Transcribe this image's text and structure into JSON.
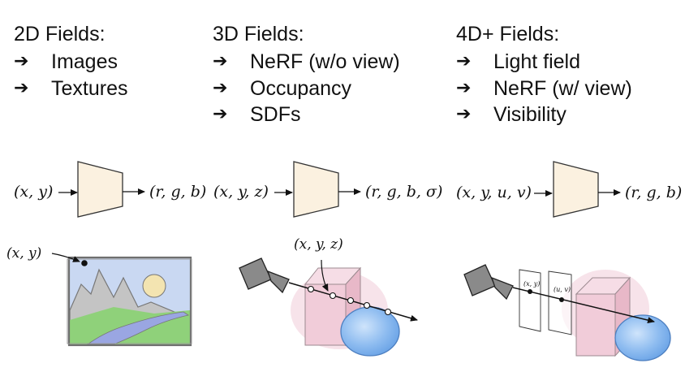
{
  "columns": [
    {
      "title": "2D Fields:",
      "items": [
        "Images",
        "Textures"
      ]
    },
    {
      "title": "3D Fields:",
      "items": [
        "NeRF (w/o view)",
        "Occupancy",
        "SDFs"
      ]
    },
    {
      "title": "4D+ Fields:",
      "items": [
        "Light field",
        "NeRF (w/ view)",
        "Visibility"
      ]
    }
  ],
  "bullet_glyph": "➔",
  "networks": [
    {
      "input": "(x, y)",
      "output": "(r, g, b)"
    },
    {
      "input": "(x, y, z)",
      "output": "(r, g, b, σ)"
    },
    {
      "input": "(x, y, u, v)",
      "output": "(r, g, b)"
    }
  ],
  "annotations": {
    "image_point": "(x, y)",
    "ray_point": "(x, y, z)",
    "plane1_label": "(x, y)",
    "plane2_label": "(u, v)"
  },
  "colors": {
    "network_fill": "#fbf1e0",
    "cube_pink": "#eab4c6",
    "sphere_blue": "#7fb2ea",
    "camera_gray": "#8a8a8a",
    "sky": "#c9d8f2",
    "grass": "#8fd17a",
    "river": "#9aa6e2",
    "mountain": "#c4c4c4",
    "sun": "#f3e4b1"
  }
}
